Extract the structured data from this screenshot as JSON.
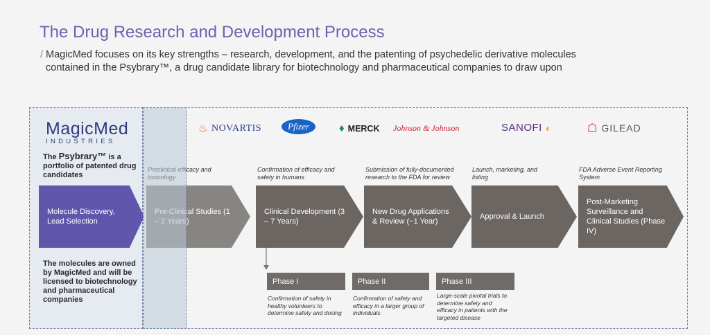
{
  "title": "The Drug Research and Development Process",
  "subtitle": {
    "slash": "/",
    "line1": "MagicMed focuses on its key strengths – research, development, and the patenting of psychedelic derivative molecules",
    "line2": "contained in the Psybrary™, a drug candidate library for biotechnology and pharmaceutical companies to draw upon"
  },
  "logo": {
    "name": "MagicMed",
    "tagline": "INDUSTRIES"
  },
  "psybrary_note": {
    "prefix": "The ",
    "brand": "Psybrary™",
    "suffix": " is a portfolio of patented drug candidates"
  },
  "owned_note": "The molecules are owned by MagicMed and will be licensed to biotechnology and pharmaceutical companies",
  "partners": [
    "NOVARTIS",
    "Pfizer",
    "MERCK",
    "Johnson & Johnson",
    "SANOFI",
    "GILEAD"
  ],
  "colors": {
    "magicmed": "#6057ad",
    "stage": "#6c6663",
    "preclinical": "#878581",
    "novartis": "#e0561b",
    "pfizer": "#1a62c6",
    "merck": "#0b8a7e",
    "jnj": "#cc1f2f",
    "sanofi": "#5a2d82",
    "gilead": "#c8102e"
  },
  "stages": [
    {
      "label": "Molecule Discovery, Lead Selection",
      "note": ""
    },
    {
      "label": "Pre-Clinical Studies (1 – 2 Years)",
      "note": "Preclinical efficacy and toxicology"
    },
    {
      "label": "Clinical Development (3 – 7 Years)",
      "note": "Confirmation of efficacy and safety in humans"
    },
    {
      "label": "New Drug Applications & Review (~1 Year)",
      "note": "Submission of fully-documented research to the FDA for review"
    },
    {
      "label": "Approval & Launch",
      "note": "Launch, marketing, and listing"
    },
    {
      "label": "Post-Marketing Surveillance and Clinical Studies (Phase IV)",
      "note": "FDA Adverse Event Reporting System"
    }
  ],
  "phases": [
    {
      "label": "Phase I",
      "note": "Confirmation of safety in healthy volunteers to determine safety and dosing"
    },
    {
      "label": "Phase II",
      "note": "Confirmation of safety and efficacy in a larger group of individuals"
    },
    {
      "label": "Phase III",
      "note": "Large-scale pivotal trials to determine safety and efficacy in patients with the targeted disease"
    }
  ]
}
